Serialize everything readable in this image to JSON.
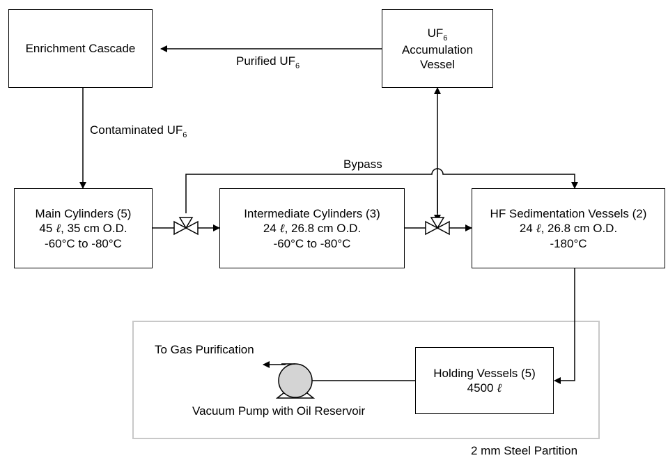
{
  "nodes": {
    "enrichment_cascade": {
      "label": "Enrichment Cascade"
    },
    "accumulation_vessel": {
      "line1_main": "UF",
      "line1_sub": "6",
      "line2": "Accumulation",
      "line3": "Vessel"
    },
    "main_cylinders": {
      "line1": "Main Cylinders (5)",
      "line2_num": "45",
      "line2_unit": "ℓ",
      "line2_rest": ", 35 cm O.D.",
      "line3": "-60°C to -80°C"
    },
    "intermediate_cylinders": {
      "line1": "Intermediate Cylinders (3)",
      "line2_num": "24",
      "line2_unit": "ℓ",
      "line2_rest": ", 26.8 cm O.D.",
      "line3": "-60°C to -80°C"
    },
    "hf_sedimentation": {
      "line1": "HF Sedimentation Vessels (2)",
      "line2_num": "24",
      "line2_unit": "ℓ",
      "line2_rest": ", 26.8 cm O.D.",
      "line3": "-180°C"
    },
    "holding_vessels": {
      "line1": "Holding Vessels (5)",
      "line2_num": "4500",
      "line2_unit": "ℓ"
    }
  },
  "labels": {
    "purified": {
      "main": "Purified UF",
      "sub": "6"
    },
    "contaminated": {
      "main": "Contaminated UF",
      "sub": "6"
    },
    "bypass": "Bypass",
    "to_gas_purification": "To Gas Purification",
    "vacuum_pump": "Vacuum Pump with Oil Reservoir",
    "partition": "2 mm Steel Partition"
  },
  "colors": {
    "line": "#000000",
    "partition": "#c8c8c8",
    "pump_fill": "#d4d4d4"
  }
}
